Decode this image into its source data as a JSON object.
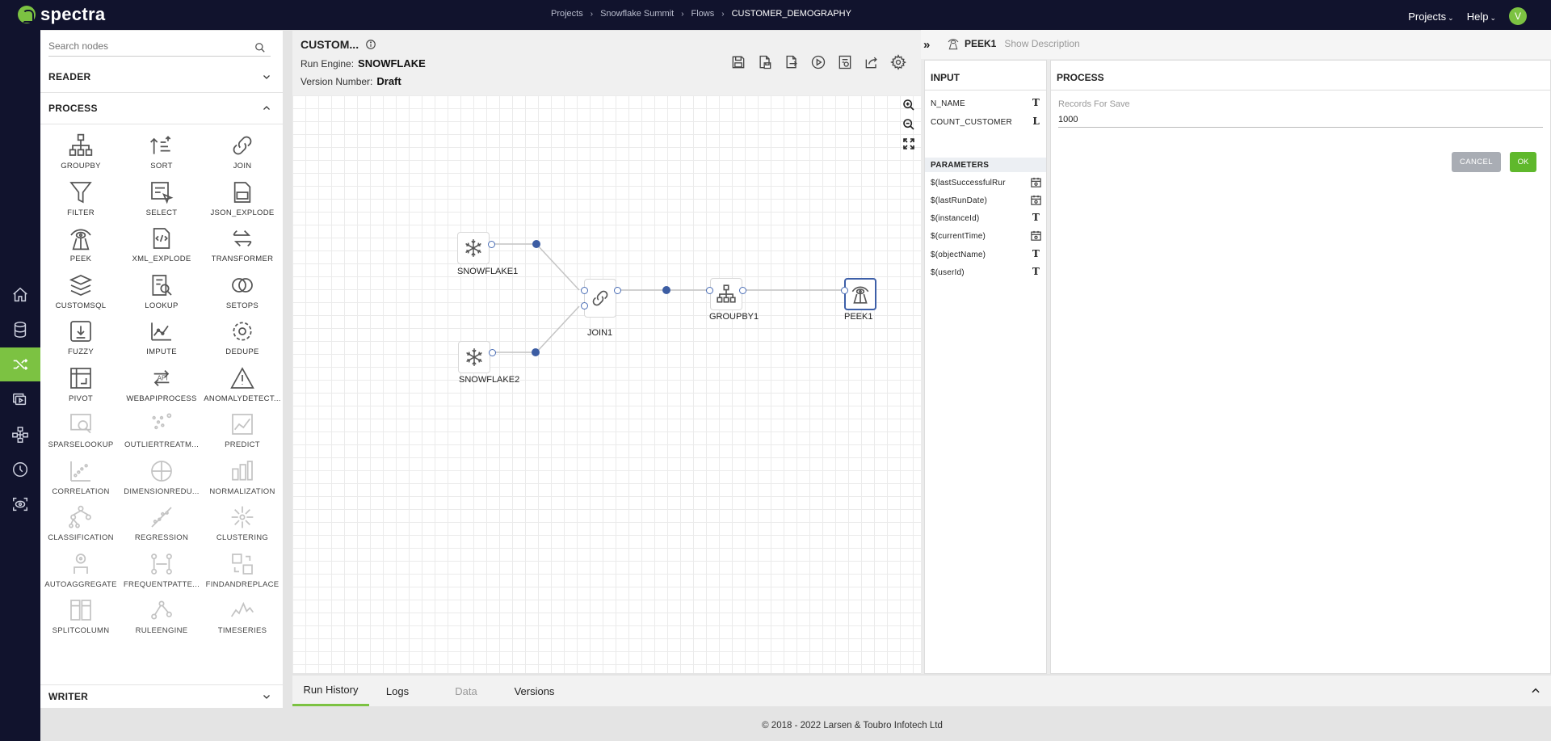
{
  "app": {
    "brand": "spectra",
    "accent_color": "#7cc242",
    "nav_bg": "#11132d"
  },
  "breadcrumb": [
    "Projects",
    "Snowflake Summit",
    "Flows",
    "CUSTOMER_DEMOGRAPHY"
  ],
  "topnav": {
    "projects": "Projects",
    "help": "Help",
    "avatar_initial": "V"
  },
  "rail": [
    "home-icon",
    "database-icon",
    "flows-icon",
    "pipeline-icon",
    "network-icon",
    "history-icon",
    "monitor-icon"
  ],
  "palette": {
    "search_placeholder": "Search nodes",
    "reader": "READER",
    "process": "PROCESS",
    "writer": "WRITER",
    "nodes": [
      {
        "label": "GROUPBY",
        "icon": "groupby-icon",
        "dim": false
      },
      {
        "label": "SORT",
        "icon": "sort-icon",
        "dim": false
      },
      {
        "label": "JOIN",
        "icon": "join-icon",
        "dim": false
      },
      {
        "label": "FILTER",
        "icon": "filter-icon",
        "dim": false
      },
      {
        "label": "SELECT",
        "icon": "select-icon",
        "dim": false
      },
      {
        "label": "JSON_EXPLODE",
        "icon": "json-icon",
        "dim": false
      },
      {
        "label": "PEEK",
        "icon": "peek-icon",
        "dim": false
      },
      {
        "label": "XML_EXPLODE",
        "icon": "xml-icon",
        "dim": false
      },
      {
        "label": "TRANSFORMER",
        "icon": "transformer-icon",
        "dim": false
      },
      {
        "label": "CUSTOMSQL",
        "icon": "customsql-icon",
        "dim": false
      },
      {
        "label": "LOOKUP",
        "icon": "lookup-icon",
        "dim": false
      },
      {
        "label": "SETOPS",
        "icon": "setops-icon",
        "dim": false
      },
      {
        "label": "FUZZY",
        "icon": "fuzzy-icon",
        "dim": false
      },
      {
        "label": "IMPUTE",
        "icon": "impute-icon",
        "dim": false
      },
      {
        "label": "DEDUPE",
        "icon": "dedupe-icon",
        "dim": false
      },
      {
        "label": "PIVOT",
        "icon": "pivot-icon",
        "dim": false
      },
      {
        "label": "WEBAPIPROCESS",
        "icon": "api-icon",
        "dim": false
      },
      {
        "label": "ANOMALYDETECT...",
        "icon": "anomaly-icon",
        "dim": false
      },
      {
        "label": "SPARSELOOKUP",
        "icon": "sparselookup-icon",
        "dim": true
      },
      {
        "label": "OUTLIERTREATM...",
        "icon": "outlier-icon",
        "dim": true
      },
      {
        "label": "PREDICT",
        "icon": "predict-icon",
        "dim": true
      },
      {
        "label": "CORRELATION",
        "icon": "correlation-icon",
        "dim": true
      },
      {
        "label": "DIMENSIONREDU...",
        "icon": "dimension-icon",
        "dim": true
      },
      {
        "label": "NORMALIZATION",
        "icon": "normalization-icon",
        "dim": true
      },
      {
        "label": "CLASSIFICATION",
        "icon": "classification-icon",
        "dim": true
      },
      {
        "label": "REGRESSION",
        "icon": "regression-icon",
        "dim": true
      },
      {
        "label": "CLUSTERING",
        "icon": "clustering-icon",
        "dim": true
      },
      {
        "label": "AUTOAGGREGATE",
        "icon": "autoaggregate-icon",
        "dim": true
      },
      {
        "label": "FREQUENTPATTE...",
        "icon": "frequentpattern-icon",
        "dim": true
      },
      {
        "label": "FINDANDREPLACE",
        "icon": "findreplace-icon",
        "dim": true
      },
      {
        "label": "SPLITCOLUMN",
        "icon": "splitcolumn-icon",
        "dim": true
      },
      {
        "label": "RULEENGINE",
        "icon": "ruleengine-icon",
        "dim": true
      },
      {
        "label": "TIMESERIES",
        "icon": "timeseries-icon",
        "dim": true
      }
    ]
  },
  "flow": {
    "name": "CUSTOM...",
    "run_engine_label": "Run Engine:",
    "run_engine": "SNOWFLAKE",
    "version_label": "Version Number:",
    "version": "Draft",
    "nodes": {
      "snowflake1": "SNOWFLAKE1",
      "snowflake2": "SNOWFLAKE2",
      "join1": "JOIN1",
      "groupby1": "GROUPBY1",
      "peek1": "PEEK1"
    }
  },
  "config": {
    "node_name": "PEEK1",
    "show_description": "Show Description",
    "input_title": "INPUT",
    "process_title": "PROCESS",
    "fields": [
      {
        "name": "N_NAME",
        "type": "T"
      },
      {
        "name": "COUNT_CUSTOMER",
        "type": "L"
      }
    ],
    "parameters_title": "PARAMETERS",
    "parameters": [
      {
        "name": "$(lastSuccessfulRur",
        "type": "calendar"
      },
      {
        "name": "$(lastRunDate)",
        "type": "calendar"
      },
      {
        "name": "$(instanceId)",
        "type": "T"
      },
      {
        "name": "$(currentTime)",
        "type": "calendar"
      },
      {
        "name": "$(objectName)",
        "type": "T"
      },
      {
        "name": "$(userId)",
        "type": "T"
      }
    ],
    "records_label": "Records For Save",
    "records_value": "1000",
    "cancel": "CANCEL",
    "ok": "OK"
  },
  "bottom_tabs": [
    {
      "label": "Run History",
      "state": "active"
    },
    {
      "label": "Logs",
      "state": "normal"
    },
    {
      "label": "Data",
      "state": "disabled"
    },
    {
      "label": "Versions",
      "state": "normal"
    }
  ],
  "footer": "© 2018 - 2022 Larsen & Toubro Infotech Ltd"
}
